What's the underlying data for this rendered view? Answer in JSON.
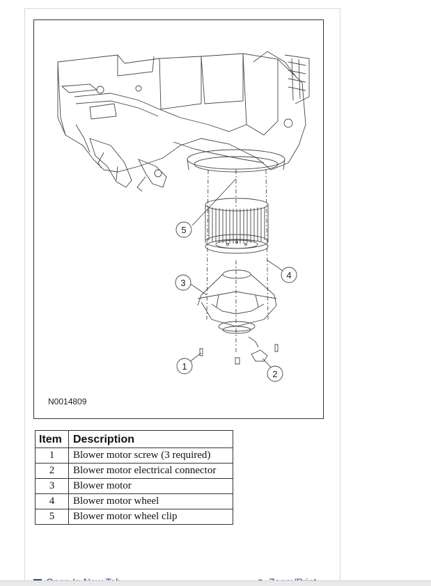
{
  "figure": {
    "id": "N0014809",
    "callouts": [
      "1",
      "2",
      "3",
      "4",
      "5"
    ]
  },
  "table": {
    "headers": [
      "Item",
      "Description"
    ],
    "rows": [
      {
        "item": "1",
        "description": "Blower motor screw (3 required)"
      },
      {
        "item": "2",
        "description": "Blower motor electrical connector"
      },
      {
        "item": "3",
        "description": "Blower motor"
      },
      {
        "item": "4",
        "description": "Blower motor wheel"
      },
      {
        "item": "5",
        "description": "Blower motor wheel clip"
      }
    ]
  },
  "footer": {
    "open_tab_label": "Open In New Tab",
    "zoom_label": "Zoom/Print"
  }
}
